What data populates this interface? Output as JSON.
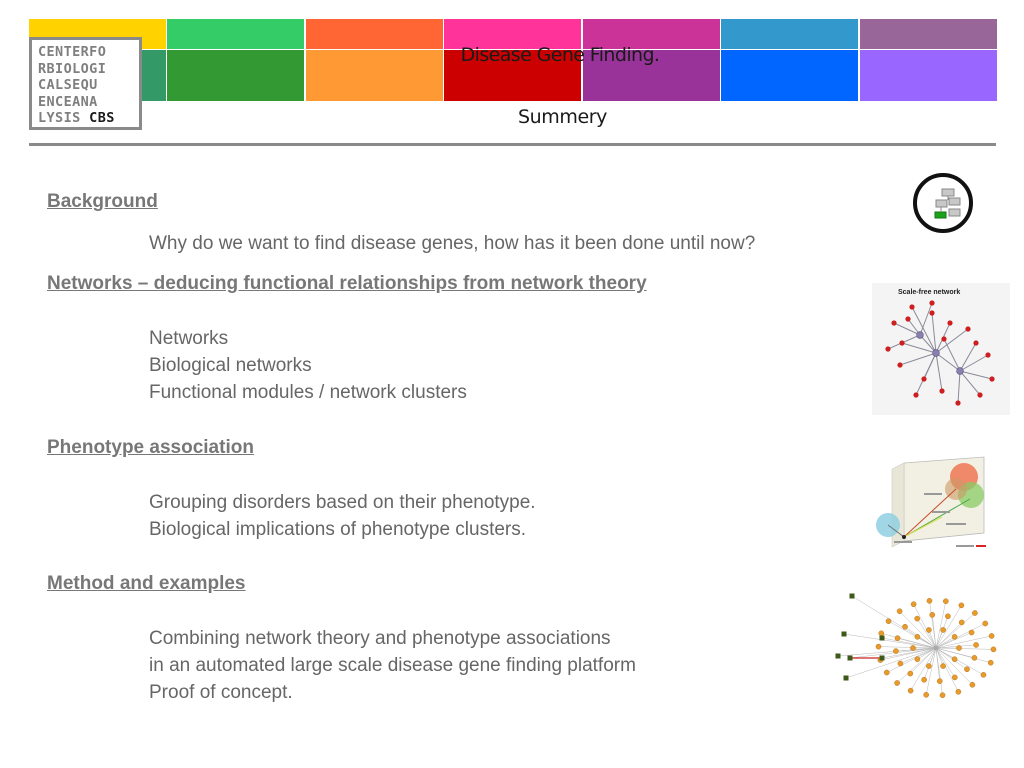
{
  "slide": {
    "title": "Disease Gene Finding.",
    "subtitle": "Summery"
  },
  "logo": {
    "lines": [
      "CENTERFO",
      "RBIOLOGI",
      "CALSEQU",
      "ENCEANA",
      "LYSIS"
    ],
    "abbr": "CBS"
  },
  "header_colors": {
    "top": [
      "#ffd200",
      "#33cc66",
      "#ff6633",
      "#ff3399",
      "#cc3399",
      "#3399cc",
      "#996699"
    ],
    "bottom": [
      "#339966",
      "#339933",
      "#ff9933",
      "#cc0000",
      "#993399",
      "#0066ff",
      "#9966ff"
    ]
  },
  "sections": {
    "background": {
      "heading": "Background",
      "items": [
        "Why do we want to find disease genes, how has it been done until now?"
      ]
    },
    "networks": {
      "heading": "Networks – deducing functional relationships from network theory",
      "items": [
        "Networks",
        "Biological networks",
        "Functional modules / network clusters"
      ]
    },
    "phenotype": {
      "heading": "Phenotype association",
      "items": [
        "Grouping disorders based on their phenotype.",
        "Biological implications of phenotype clusters."
      ]
    },
    "method": {
      "heading": "Method and examples",
      "items": [
        "Combining network theory and phenotype associations",
        "in an automated large scale disease gene finding platform",
        "Proof of concept."
      ]
    }
  },
  "thumbnails": {
    "scale_free": {
      "caption": "Scale-free network"
    }
  },
  "icons": [
    "hierarchy-navigation-icon",
    "scale-free-network-figure",
    "phenotype-space-figure",
    "gene-network-figure"
  ]
}
